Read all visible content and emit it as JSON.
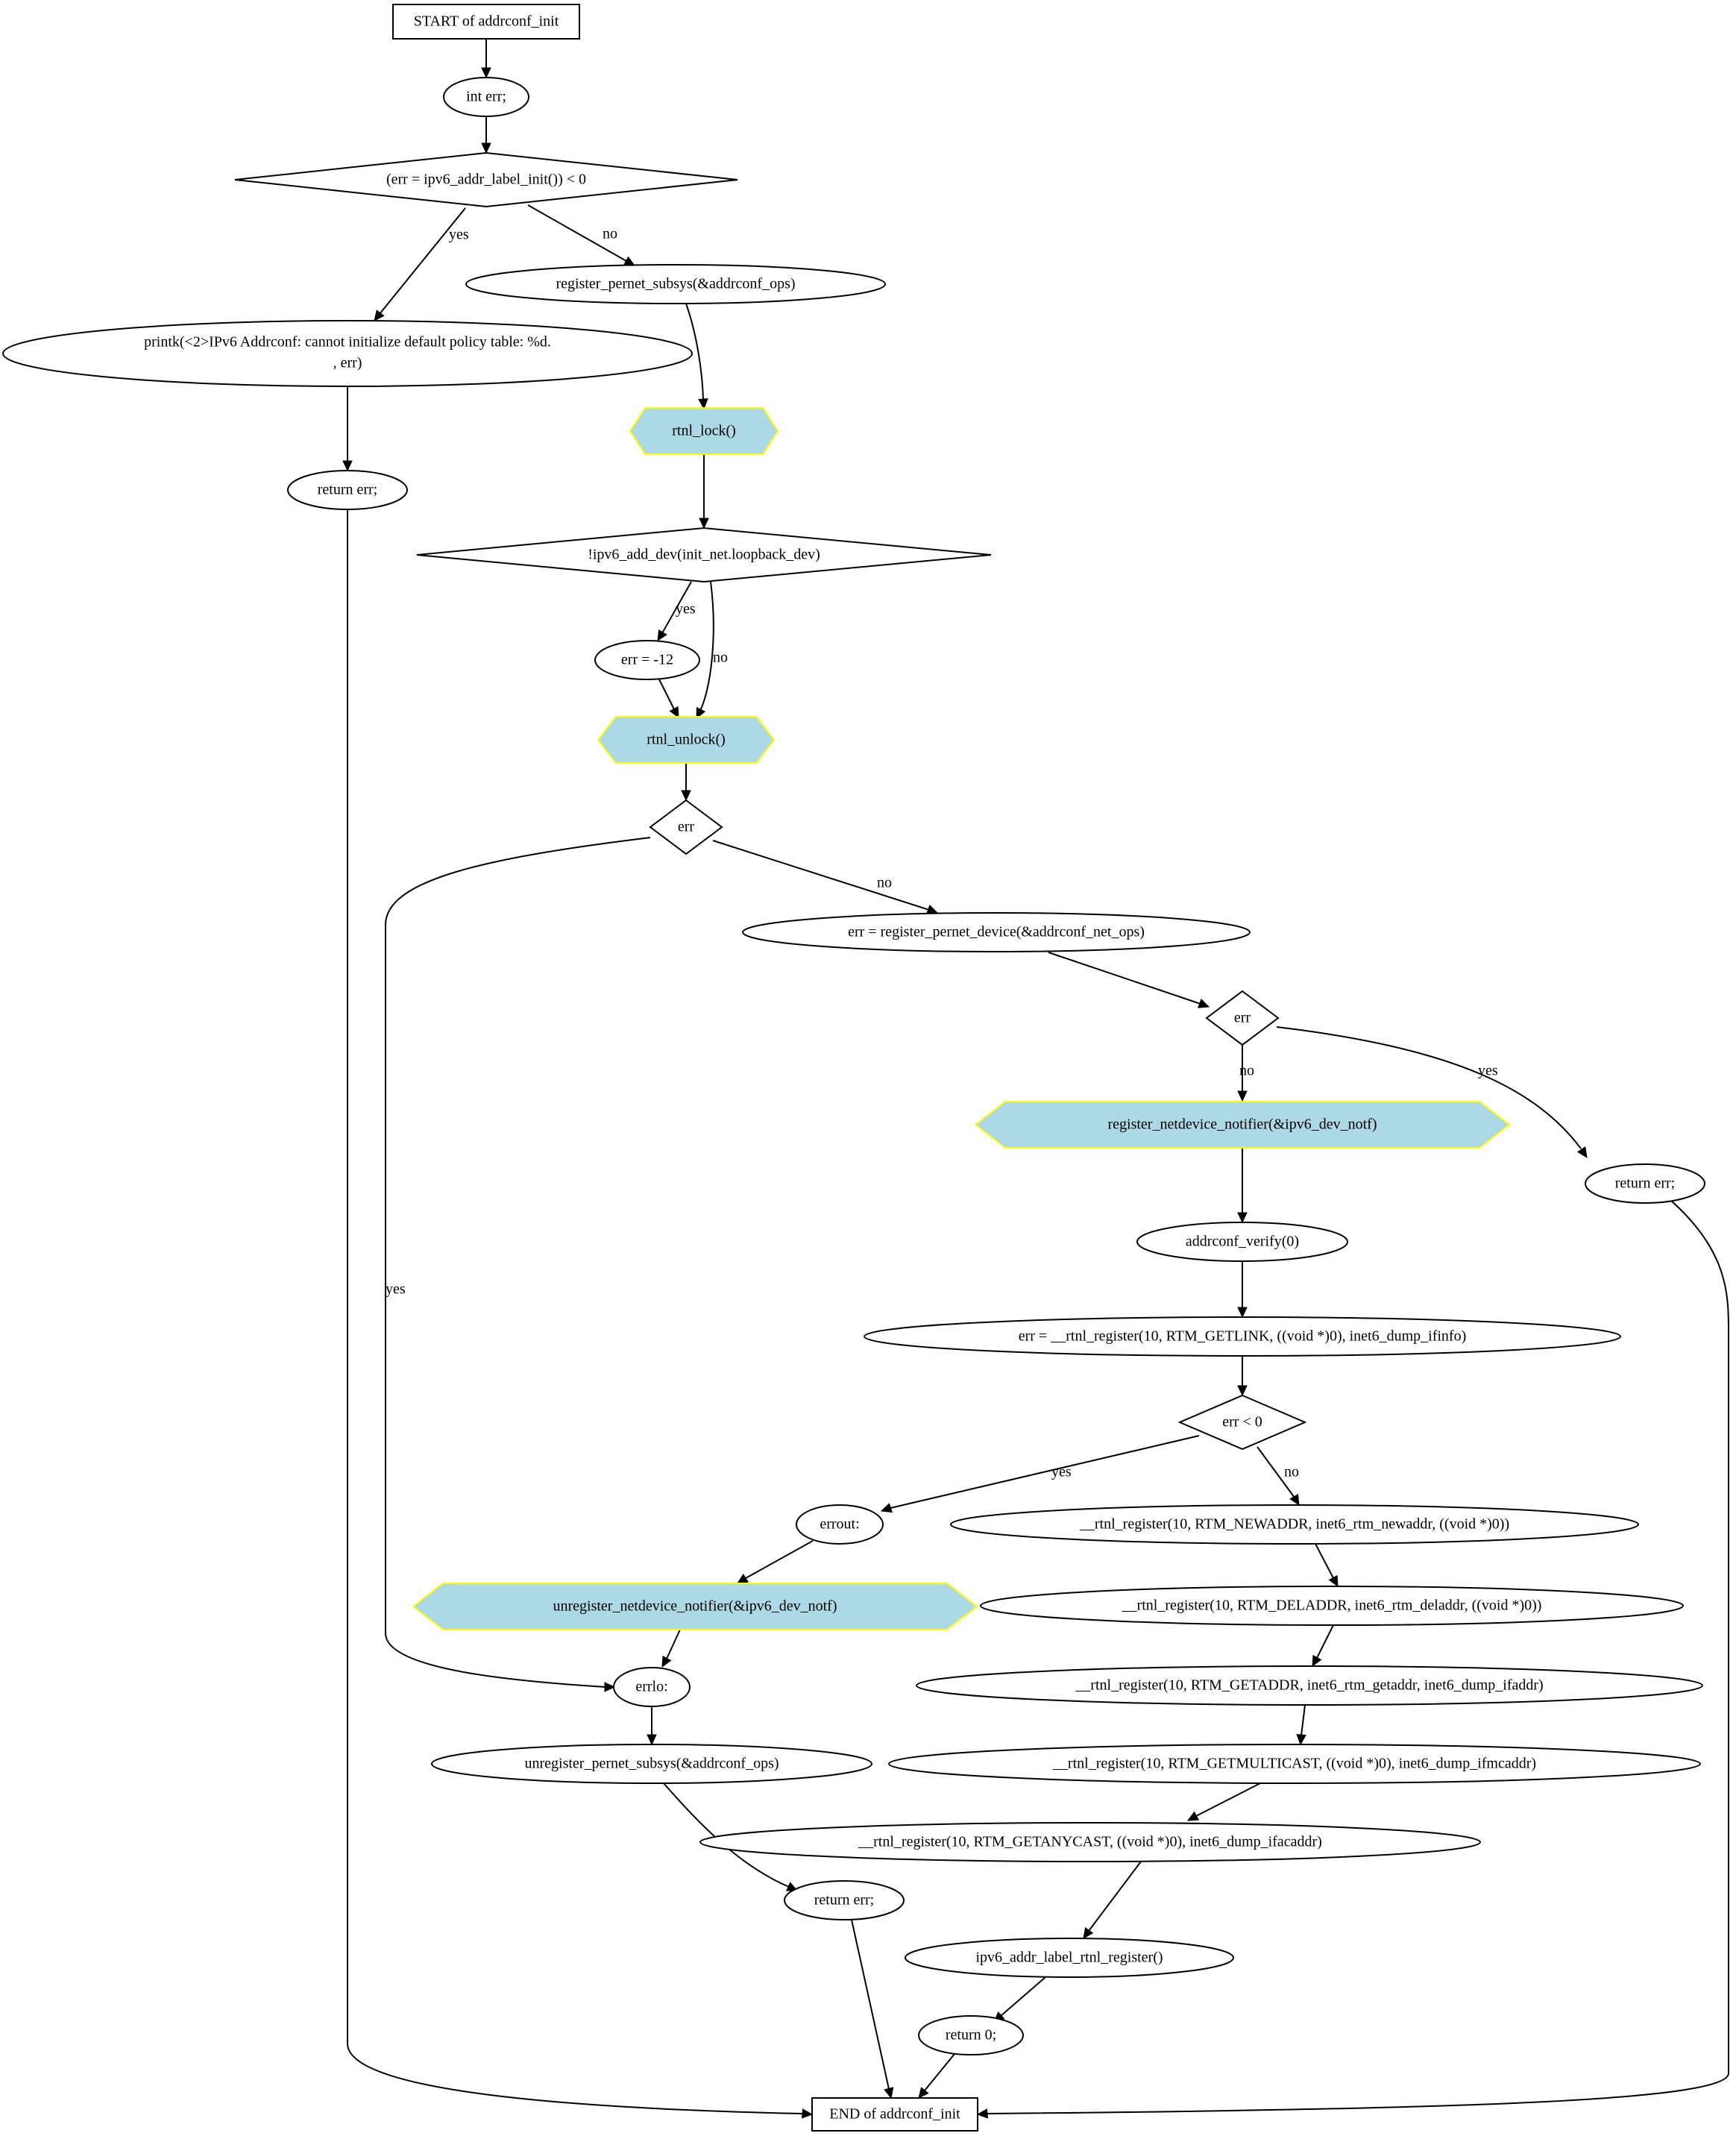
{
  "diagram": {
    "colors": {
      "shape_stroke": "#000000",
      "shape_fill": "#ffffff",
      "lock_fill": "#add8e6",
      "lock_stroke": "#ffff00",
      "text": "#000000"
    },
    "nodes": [
      {
        "id": "start",
        "shape": "box",
        "label": "START of addrconf_init"
      },
      {
        "id": "int_err",
        "shape": "ellipse",
        "label": "int err;"
      },
      {
        "id": "cond_label_init",
        "shape": "diamond",
        "label": "(err = ipv6_addr_label_init()) < 0"
      },
      {
        "id": "register_subsys",
        "shape": "ellipse",
        "label": "register_pernet_subsys(&addrconf_ops)"
      },
      {
        "id": "printk",
        "shape": "ellipse",
        "label": "printk(<2>IPv6 Addrconf: cannot initialize default policy table: %d.",
        "label2": ", err)"
      },
      {
        "id": "rtnl_lock",
        "shape": "hexagon",
        "label": "rtnl_lock()"
      },
      {
        "id": "return_err_1",
        "shape": "ellipse",
        "label": "return err;"
      },
      {
        "id": "cond_add_dev",
        "shape": "diamond",
        "label": "!ipv6_add_dev(init_net.loopback_dev)"
      },
      {
        "id": "err_minus12",
        "shape": "ellipse",
        "label": "err = -12"
      },
      {
        "id": "rtnl_unlock",
        "shape": "hexagon",
        "label": "rtnl_unlock()"
      },
      {
        "id": "cond_err_1",
        "shape": "diamond",
        "label": "err"
      },
      {
        "id": "register_device",
        "shape": "ellipse",
        "label": "err = register_pernet_device(&addrconf_net_ops)"
      },
      {
        "id": "cond_err_2",
        "shape": "diamond",
        "label": "err"
      },
      {
        "id": "register_notifier",
        "shape": "hexagon",
        "label": "register_netdevice_notifier(&ipv6_dev_notf)"
      },
      {
        "id": "return_err_2",
        "shape": "ellipse",
        "label": "return err;"
      },
      {
        "id": "verify",
        "shape": "ellipse",
        "label": "addrconf_verify(0)"
      },
      {
        "id": "rtnl_getlink",
        "shape": "ellipse",
        "label": "err = __rtnl_register(10, RTM_GETLINK, ((void *)0), inet6_dump_ifinfo)"
      },
      {
        "id": "cond_err_lt0",
        "shape": "diamond",
        "label": "err < 0"
      },
      {
        "id": "errout",
        "shape": "ellipse",
        "label": "errout:"
      },
      {
        "id": "rtnl_newaddr",
        "shape": "ellipse",
        "label": "__rtnl_register(10, RTM_NEWADDR, inet6_rtm_newaddr, ((void *)0))"
      },
      {
        "id": "unregister_notifier",
        "shape": "hexagon",
        "label": "unregister_netdevice_notifier(&ipv6_dev_notf)"
      },
      {
        "id": "rtnl_deladdr",
        "shape": "ellipse",
        "label": "__rtnl_register(10, RTM_DELADDR, inet6_rtm_deladdr, ((void *)0))"
      },
      {
        "id": "errlo",
        "shape": "ellipse",
        "label": "errlo:"
      },
      {
        "id": "rtnl_getaddr",
        "shape": "ellipse",
        "label": "__rtnl_register(10, RTM_GETADDR, inet6_rtm_getaddr, inet6_dump_ifaddr)"
      },
      {
        "id": "unregister_subsys",
        "shape": "ellipse",
        "label": "unregister_pernet_subsys(&addrconf_ops)"
      },
      {
        "id": "rtnl_getmulticast",
        "shape": "ellipse",
        "label": "__rtnl_register(10, RTM_GETMULTICAST, ((void *)0), inet6_dump_ifmcaddr)"
      },
      {
        "id": "rtnl_getanycast",
        "shape": "ellipse",
        "label": "__rtnl_register(10, RTM_GETANYCAST, ((void *)0), inet6_dump_ifacaddr)"
      },
      {
        "id": "return_err_3",
        "shape": "ellipse",
        "label": "return err;"
      },
      {
        "id": "label_rtnl_register",
        "shape": "ellipse",
        "label": "ipv6_addr_label_rtnl_register()"
      },
      {
        "id": "return_0",
        "shape": "ellipse",
        "label": "return 0;"
      },
      {
        "id": "end",
        "shape": "box",
        "label": "END of addrconf_init"
      }
    ],
    "edges": [
      {
        "from": "start",
        "to": "int_err",
        "label": ""
      },
      {
        "from": "int_err",
        "to": "cond_label_init",
        "label": ""
      },
      {
        "from": "cond_label_init",
        "to": "printk",
        "label": "yes"
      },
      {
        "from": "cond_label_init",
        "to": "register_subsys",
        "label": "no"
      },
      {
        "from": "printk",
        "to": "return_err_1",
        "label": ""
      },
      {
        "from": "register_subsys",
        "to": "rtnl_lock",
        "label": ""
      },
      {
        "from": "return_err_1",
        "to": "end",
        "label": ""
      },
      {
        "from": "rtnl_lock",
        "to": "cond_add_dev",
        "label": ""
      },
      {
        "from": "cond_add_dev",
        "to": "err_minus12",
        "label": "yes"
      },
      {
        "from": "cond_add_dev",
        "to": "rtnl_unlock",
        "label": "no"
      },
      {
        "from": "err_minus12",
        "to": "rtnl_unlock",
        "label": ""
      },
      {
        "from": "rtnl_unlock",
        "to": "cond_err_1",
        "label": ""
      },
      {
        "from": "cond_err_1",
        "to": "errlo",
        "label": "yes"
      },
      {
        "from": "cond_err_1",
        "to": "register_device",
        "label": "no"
      },
      {
        "from": "register_device",
        "to": "cond_err_2",
        "label": ""
      },
      {
        "from": "cond_err_2",
        "to": "register_notifier",
        "label": "no"
      },
      {
        "from": "cond_err_2",
        "to": "return_err_2",
        "label": "yes"
      },
      {
        "from": "register_notifier",
        "to": "verify",
        "label": ""
      },
      {
        "from": "return_err_2",
        "to": "end",
        "label": ""
      },
      {
        "from": "verify",
        "to": "rtnl_getlink",
        "label": ""
      },
      {
        "from": "rtnl_getlink",
        "to": "cond_err_lt0",
        "label": ""
      },
      {
        "from": "cond_err_lt0",
        "to": "errout",
        "label": "yes"
      },
      {
        "from": "cond_err_lt0",
        "to": "rtnl_newaddr",
        "label": "no"
      },
      {
        "from": "errout",
        "to": "unregister_notifier",
        "label": ""
      },
      {
        "from": "unregister_notifier",
        "to": "errlo",
        "label": ""
      },
      {
        "from": "rtnl_newaddr",
        "to": "rtnl_deladdr",
        "label": ""
      },
      {
        "from": "errlo",
        "to": "unregister_subsys",
        "label": ""
      },
      {
        "from": "rtnl_deladdr",
        "to": "rtnl_getaddr",
        "label": ""
      },
      {
        "from": "unregister_subsys",
        "to": "return_err_3",
        "label": ""
      },
      {
        "from": "rtnl_getaddr",
        "to": "rtnl_getmulticast",
        "label": ""
      },
      {
        "from": "rtnl_getmulticast",
        "to": "rtnl_getanycast",
        "label": ""
      },
      {
        "from": "return_err_3",
        "to": "end",
        "label": ""
      },
      {
        "from": "rtnl_getanycast",
        "to": "label_rtnl_register",
        "label": ""
      },
      {
        "from": "label_rtnl_register",
        "to": "return_0",
        "label": ""
      },
      {
        "from": "return_0",
        "to": "end",
        "label": ""
      }
    ]
  }
}
